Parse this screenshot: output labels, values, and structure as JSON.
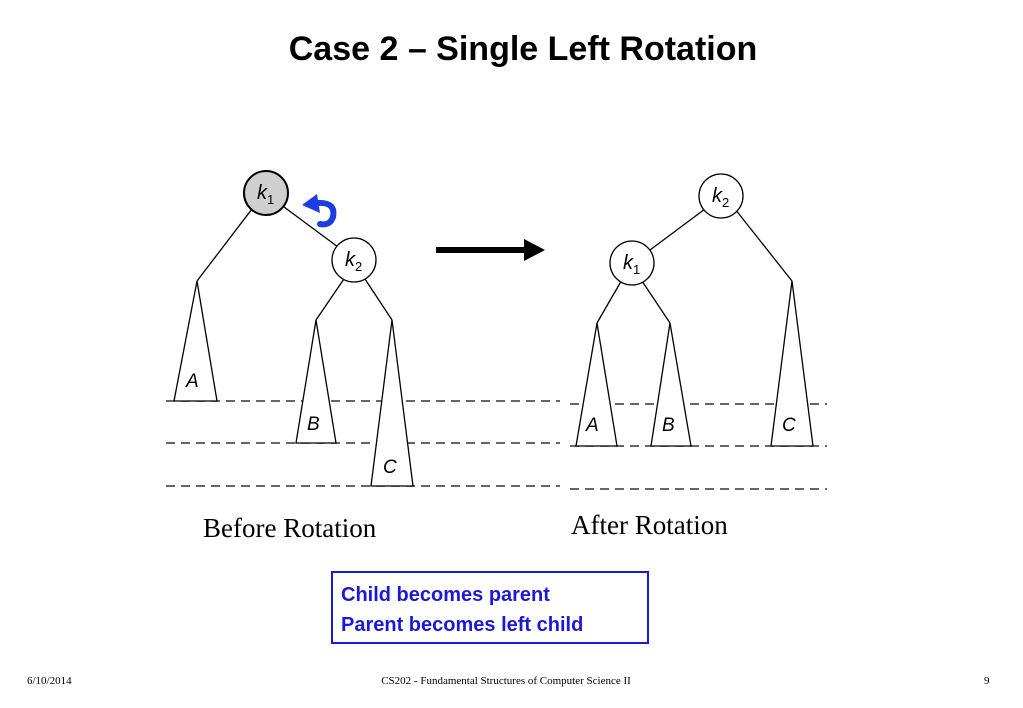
{
  "slide": {
    "title": "Case 2 – Single Left Rotation",
    "date": "6/10/2014",
    "course": "CS202 - Fundamental Structures of Computer Science II",
    "page_number": "9"
  },
  "before": {
    "caption": "Before Rotation",
    "root": {
      "letter": "k",
      "sub": "1",
      "highlighted": true
    },
    "child": {
      "letter": "k",
      "sub": "2"
    },
    "subtrees": [
      "A",
      "B",
      "C"
    ]
  },
  "after": {
    "caption": "After Rotation",
    "root": {
      "letter": "k",
      "sub": "2"
    },
    "child": {
      "letter": "k",
      "sub": "1"
    },
    "subtrees": [
      "A",
      "B",
      "C"
    ]
  },
  "note": {
    "line1": "Child becomes parent",
    "line2": "Parent becomes left child"
  },
  "colors": {
    "note_text": "#1a1ad6",
    "rotation_arrow": "#1a3ee0",
    "highlight_node": "#cfcfcf"
  }
}
